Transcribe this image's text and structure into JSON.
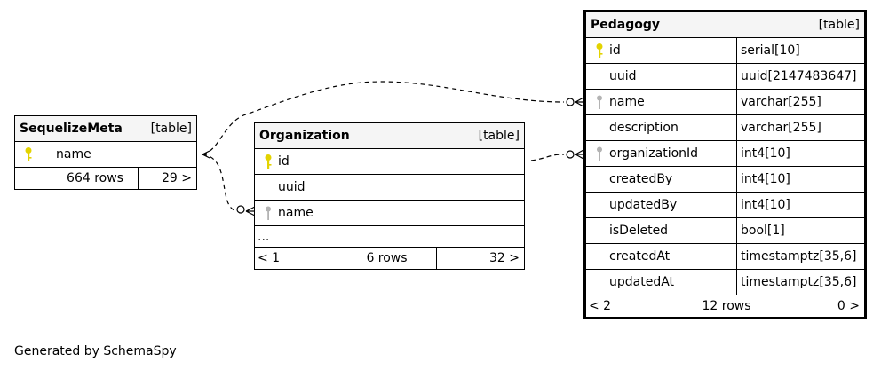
{
  "credit": "Generated by SchemaSpy",
  "tables": {
    "sequelize_meta": {
      "name": "SequelizeMeta",
      "kind": "[table]",
      "columns": [
        {
          "name": "name",
          "key": "primary"
        }
      ],
      "footer": {
        "prev": "",
        "rows": "664 rows",
        "next": "29 >"
      }
    },
    "organization": {
      "name": "Organization",
      "kind": "[table]",
      "columns": [
        {
          "name": "id",
          "key": "primary"
        },
        {
          "name": "uuid",
          "key": "none"
        },
        {
          "name": "name",
          "key": "foreign"
        }
      ],
      "ellipsis": "...",
      "footer": {
        "prev": "< 1",
        "rows": "6 rows",
        "next": "32 >"
      }
    },
    "pedagogy": {
      "name": "Pedagogy",
      "kind": "[table]",
      "columns": [
        {
          "name": "id",
          "type": "serial[10]",
          "key": "primary"
        },
        {
          "name": "uuid",
          "type": "uuid[2147483647]",
          "key": "none"
        },
        {
          "name": "name",
          "type": "varchar[255]",
          "key": "foreign"
        },
        {
          "name": "description",
          "type": "varchar[255]",
          "key": "none"
        },
        {
          "name": "organizationId",
          "type": "int4[10]",
          "key": "foreign"
        },
        {
          "name": "createdBy",
          "type": "int4[10]",
          "key": "none"
        },
        {
          "name": "updatedBy",
          "type": "int4[10]",
          "key": "none"
        },
        {
          "name": "isDeleted",
          "type": "bool[1]",
          "key": "none"
        },
        {
          "name": "createdAt",
          "type": "timestamptz[35,6]",
          "key": "none"
        },
        {
          "name": "updatedAt",
          "type": "timestamptz[35,6]",
          "key": "none"
        }
      ],
      "footer": {
        "prev": "< 2",
        "rows": "12 rows",
        "next": "0 >"
      }
    }
  },
  "colors": {
    "primary_key": "#e3d300",
    "foreign_key": "#b3b3b3",
    "header_bg": "#f5f5f5"
  }
}
